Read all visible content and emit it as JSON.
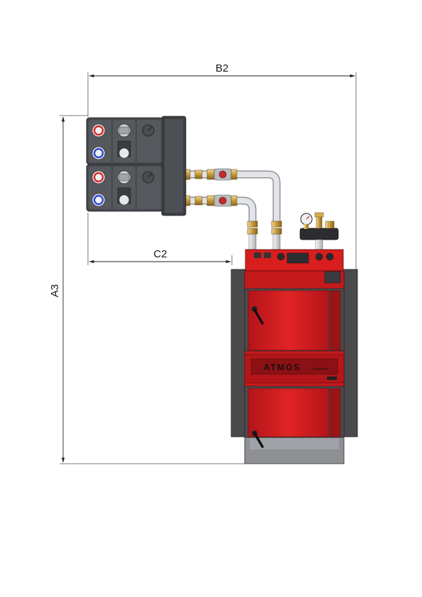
{
  "dimensions": {
    "b2": "B2",
    "c2": "C2",
    "a3": "A3"
  },
  "boiler": {
    "brand": "ATMOS",
    "brand_sub": "Generator",
    "color_body": "#d81e1e",
    "color_dark": "#a50f12",
    "color_side": "#4a4a4c"
  },
  "pump_groups": {
    "count": 2,
    "color_housing": "#4a4c50",
    "color_hot": "#d82a2a",
    "color_cold": "#2a4ad8"
  },
  "piping": {
    "color_pipe": "#d7d9dc",
    "color_fitting": "#c9a24a"
  }
}
